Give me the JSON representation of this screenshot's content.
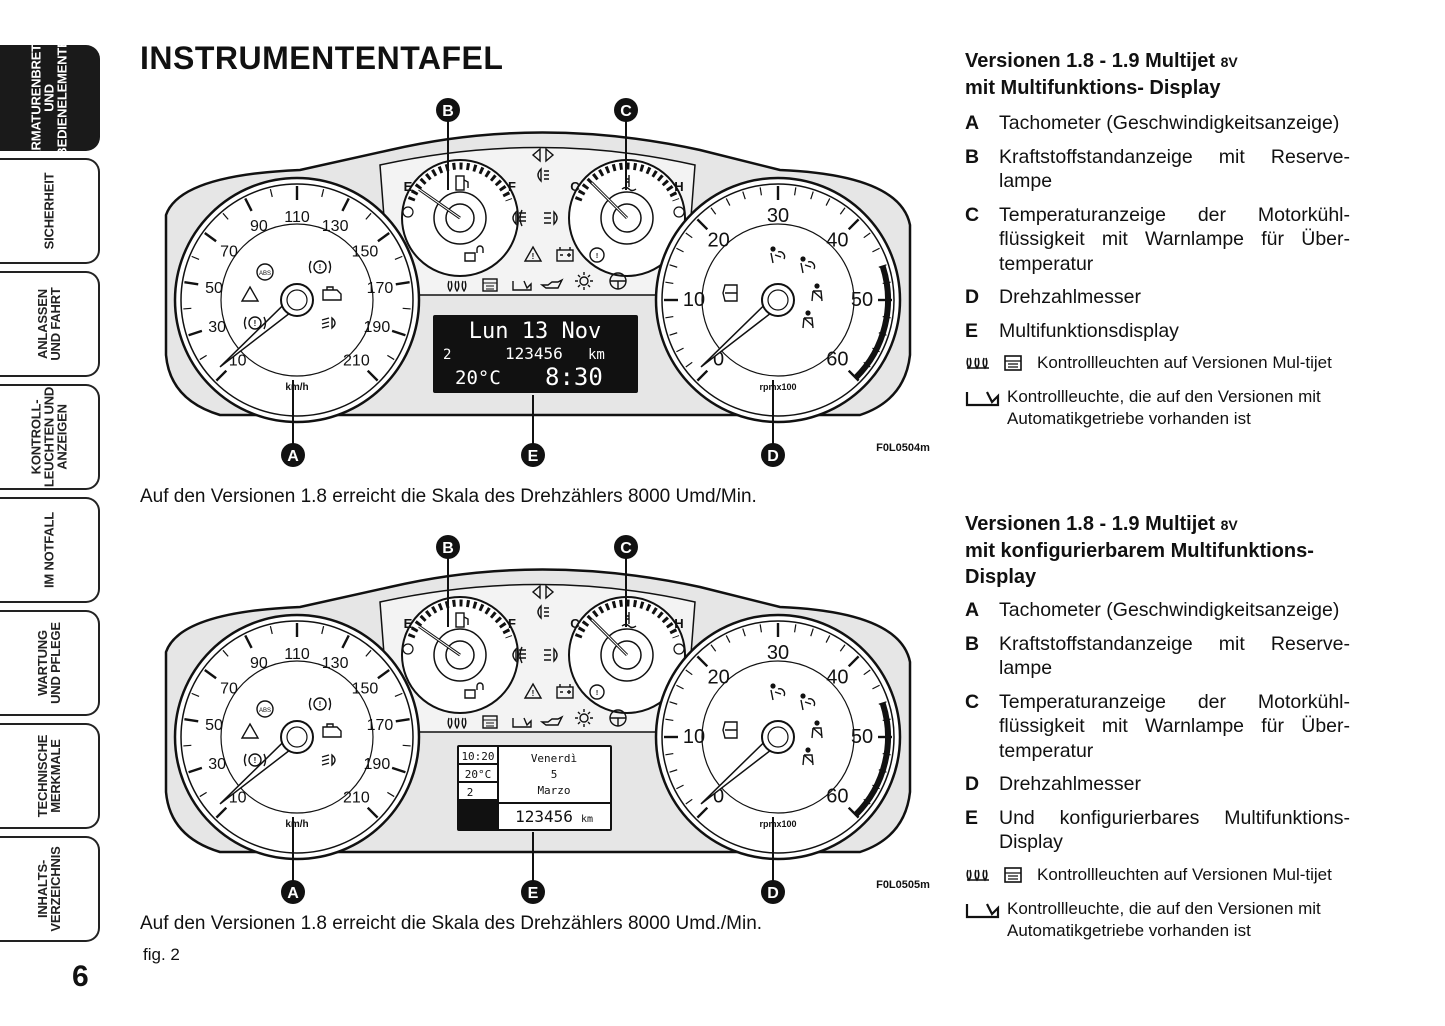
{
  "sidebar": {
    "tabs": [
      {
        "label": "ARMATURENBRETT\nUND\nBEDIENELEMENTE",
        "active": true
      },
      {
        "label": "SICHERHEIT",
        "active": false
      },
      {
        "label": "ANLASSEN\nUND FAHRT",
        "active": false
      },
      {
        "label": "KONTROLL-\nLEUCHTEN UND\nANZEIGEN",
        "active": false
      },
      {
        "label": "IM NOTFALL",
        "active": false
      },
      {
        "label": "WARTUNG\nUND PFLEGE",
        "active": false
      },
      {
        "label": "TECHNISCHE\nMERKMALE",
        "active": false
      },
      {
        "label": "INHALTS-\nVERZEICHNIS",
        "active": false
      }
    ],
    "page_number": "6"
  },
  "page": {
    "title": "INSTRUMENTENTAFEL",
    "fig_label": "fig. 2"
  },
  "figures": [
    {
      "code": "F0L0504m",
      "caption": "Auf den Versionen 1.8 erreicht die Skala des Drehzählers 8000 Umd/Min.",
      "callouts": [
        "A",
        "B",
        "C",
        "D",
        "E"
      ],
      "speedo_ticks": [
        "10",
        "30",
        "50",
        "70",
        "90",
        "110",
        "130",
        "150",
        "170",
        "190",
        "210"
      ],
      "speedo_unit": "km/h",
      "tacho_ticks": [
        "0",
        "10",
        "20",
        "30",
        "40",
        "50",
        "60"
      ],
      "tacho_unit": "rpmx100",
      "fuel_labels": [
        "E",
        "F"
      ],
      "temp_labels": [
        "C",
        "H"
      ],
      "display": {
        "line1": "Lun 13 Nov",
        "gear": "2",
        "odo": "123456",
        "odo_unit": "km",
        "temp": "20°C",
        "time": "8:30"
      }
    },
    {
      "code": "F0L0505m",
      "caption": "Auf den Versionen 1.8 erreicht die Skala des Drehzählers 8000 Umd./Min.",
      "callouts": [
        "A",
        "B",
        "C",
        "D",
        "E"
      ],
      "speedo_ticks": [
        "10",
        "30",
        "50",
        "70",
        "90",
        "110",
        "130",
        "150",
        "170",
        "190",
        "210"
      ],
      "speedo_unit": "km/h",
      "tacho_ticks": [
        "0",
        "10",
        "20",
        "30",
        "40",
        "50",
        "60"
      ],
      "tacho_unit": "rpmx100",
      "fuel_labels": [
        "E",
        "F"
      ],
      "temp_labels": [
        "C",
        "H"
      ],
      "display": {
        "time": "10:20",
        "temp": "20°C",
        "gear": "2",
        "day": "Venerdì",
        "date": "5",
        "month": "Marzo",
        "odo": "123456",
        "odo_unit": "km"
      }
    }
  ],
  "sections": [
    {
      "heading_main": "Versionen 1.8 - 1.9 Multijet",
      "heading_small": "8V",
      "heading_rest": "mit Multifunktions- Display",
      "items": [
        {
          "letter": "A",
          "text": "Tachometer (Geschwindigkeitsanzeige)"
        },
        {
          "letter": "B",
          "text": "Kraftstoffstandanzeige mit Reserve-lampe"
        },
        {
          "letter": "C",
          "text": "Temperaturanzeige der Motorkühl-flüssigkeit mit Warnlampe für Über-temperatur"
        },
        {
          "letter": "D",
          "text": "Drehzahlmesser"
        },
        {
          "letter": "E",
          "text": "Multifunktionsdisplay"
        }
      ],
      "notes": [
        {
          "icons": [
            "glow-plug-icon",
            "diesel-filter-icon"
          ],
          "text": "Kontrollleuchten auf Versionen Mul-tijet"
        },
        {
          "icons": [
            "automatic-gearbox-icon"
          ],
          "text": "Kontrollleuchte, die auf den Versionen mit Automatikgetriebe vorhanden ist"
        }
      ]
    },
    {
      "heading_main": "Versionen 1.8 - 1.9 Multijet",
      "heading_small": "8V",
      "heading_rest": "mit konfigurierbarem Multifunktions- Display",
      "items": [
        {
          "letter": "A",
          "text": "Tachometer (Geschwindigkeitsanzeige)"
        },
        {
          "letter": "B",
          "text": "Kraftstoffstandanzeige mit Reserve-lampe"
        },
        {
          "letter": "C",
          "text": "Temperaturanzeige der Motorkühl-flüssigkeit mit Warnlampe für Über-temperatur"
        },
        {
          "letter": "D",
          "text": "Drehzahlmesser"
        },
        {
          "letter": "E",
          "text": "Und konfigurierbares Multifunktions-Display"
        }
      ],
      "notes": [
        {
          "icons": [
            "glow-plug-icon",
            "diesel-filter-icon"
          ],
          "text": "Kontrollleuchten auf Versionen Mul-tijet"
        },
        {
          "icons": [
            "automatic-gearbox-icon"
          ],
          "text": "Kontrollleuchte, die auf den Versionen mit Automatikgetriebe vorhanden ist"
        }
      ]
    }
  ]
}
